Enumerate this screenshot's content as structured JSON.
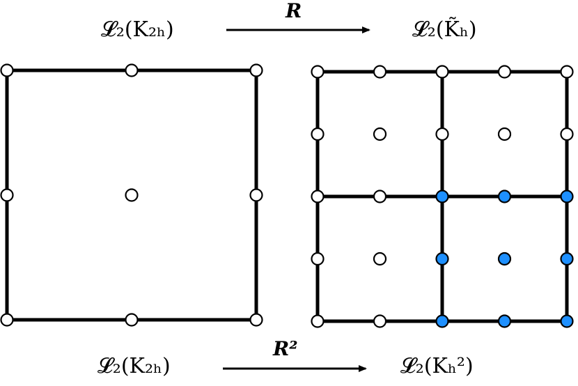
{
  "labels": {
    "top_left": "𝓛₂(K₂ₕ)",
    "top_right": "𝓛₂(K̃ₕ)",
    "top_operator": "R",
    "bottom_left": "𝓛₂(K₂ₕ)",
    "bottom_right": "𝓛₂(Kₕ²)",
    "bottom_operator": "R²"
  },
  "colors": {
    "edge": "#000000",
    "node_fill_default": "#ffffff",
    "node_fill_highlight": "#1e90ff",
    "node_stroke": "#000000"
  },
  "diagram": {
    "coarse_element": {
      "description": "single quadratic element, 3x3 nodes",
      "nodes_per_side": 3
    },
    "refined_element": {
      "description": "2x2 refined elements, 5x5 nodes; nodes in the lower-right sub-element are highlighted",
      "nodes_per_side": 5,
      "highlighted_subelement": "lower-right"
    }
  }
}
